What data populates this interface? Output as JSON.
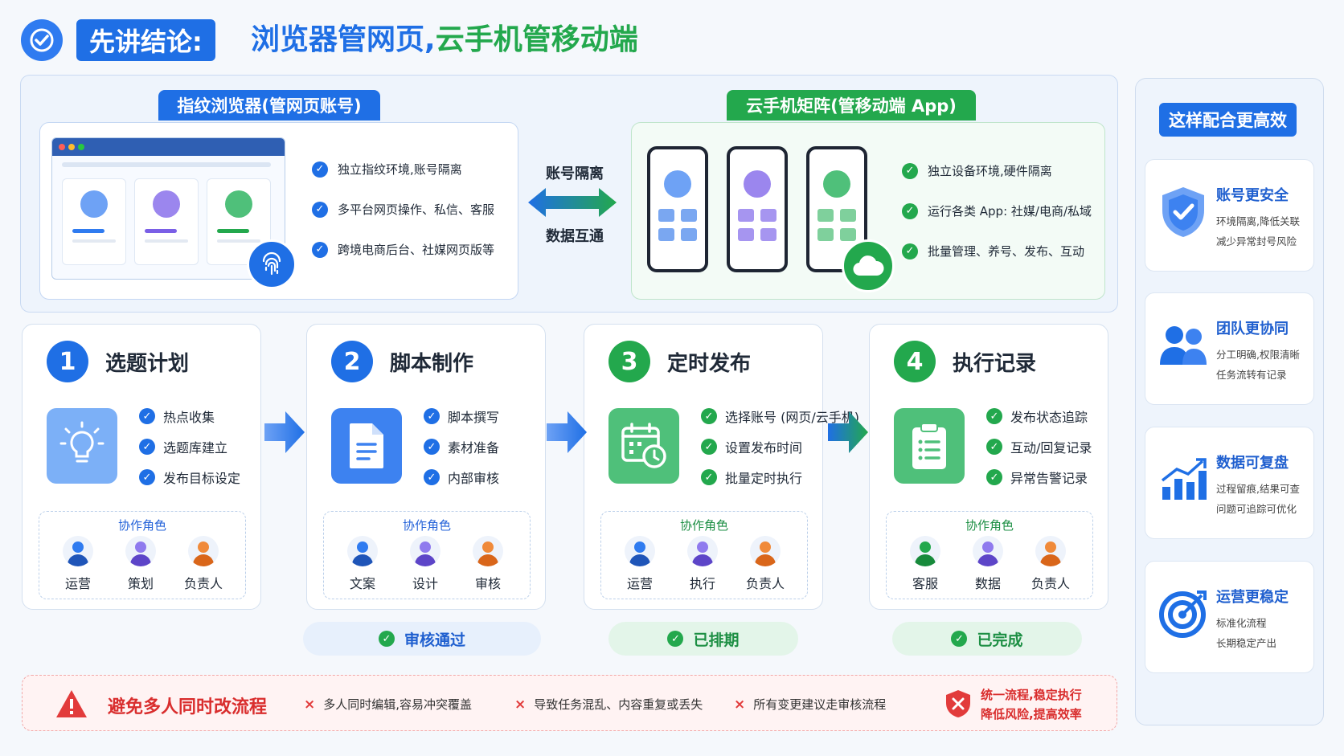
{
  "header": {
    "badge": "先讲结论:",
    "title_part1": "浏览器管网页,",
    "title_part2": "云手机管移动端",
    "colors": {
      "blue": "#1f6fe5",
      "green": "#23a84d"
    }
  },
  "browser": {
    "tag": "指纹浏览器(管网页账号)",
    "features": [
      "独立指纹环境,账号隔离",
      "多平台网页操作、私信、客服",
      "跨境电商后台、社媒网页版等"
    ],
    "icon": "fingerprint-icon"
  },
  "middle": {
    "top": "账号隔离",
    "bottom": "数据互通"
  },
  "cloud_phone": {
    "tag": "云手机矩阵(管移动端 App)",
    "features": [
      "独立设备环境,硬件隔离",
      "运行各类 App: 社媒/电商/私域",
      "批量管理、养号、发布、互动"
    ],
    "icon": "cloud-icon"
  },
  "steps": [
    {
      "num": "1",
      "title": "选题计划",
      "color": "#1f6fe5",
      "icon": "lightbulb-icon",
      "items": [
        "热点收集",
        "选题库建立",
        "发布目标设定"
      ],
      "roles_label": "协作角色",
      "roles": [
        "运营",
        "策划",
        "负责人"
      ]
    },
    {
      "num": "2",
      "title": "脚本制作",
      "color": "#1f6fe5",
      "icon": "document-icon",
      "items": [
        "脚本撰写",
        "素材准备",
        "内部审核"
      ],
      "roles_label": "协作角色",
      "roles": [
        "文案",
        "设计",
        "审核"
      ]
    },
    {
      "num": "3",
      "title": "定时发布",
      "color": "#23a84d",
      "icon": "calendar-clock-icon",
      "items": [
        "选择账号 (网页/云手机)",
        "设置发布时间",
        "批量定时执行"
      ],
      "roles_label": "协作角色",
      "roles": [
        "运营",
        "执行",
        "负责人"
      ]
    },
    {
      "num": "4",
      "title": "执行记录",
      "color": "#23a84d",
      "icon": "clipboard-icon",
      "items": [
        "发布状态追踪",
        "互动/回复记录",
        "异常告警记录"
      ],
      "roles_label": "协作角色",
      "roles": [
        "客服",
        "数据",
        "负责人"
      ]
    }
  ],
  "statuses": [
    "审核通过",
    "已排期",
    "已完成"
  ],
  "warning": {
    "title": "避免多人同时改流程",
    "items": [
      "多人同时编辑,容易冲突覆盖",
      "导致任务混乱、内容重复或丢失",
      "所有变更建议走审核流程"
    ],
    "conclusion_line1": "统一流程,稳定执行",
    "conclusion_line2": "降低风险,提高效率"
  },
  "benefits": {
    "tag": "这样配合更高效",
    "cards": [
      {
        "title": "账号更安全",
        "line1": "环境隔离,降低关联",
        "line2": "减少异常封号风险",
        "icon": "shield-check-icon"
      },
      {
        "title": "团队更协同",
        "line1": "分工明确,权限清晰",
        "line2": "任务流转有记录",
        "icon": "team-icon"
      },
      {
        "title": "数据可复盘",
        "line1": "过程留痕,结果可查",
        "line2": "问题可追踪可优化",
        "icon": "bar-chart-icon"
      },
      {
        "title": "运营更稳定",
        "line1": "标准化流程",
        "line2": "长期稳定产出",
        "icon": "target-icon"
      }
    ]
  }
}
